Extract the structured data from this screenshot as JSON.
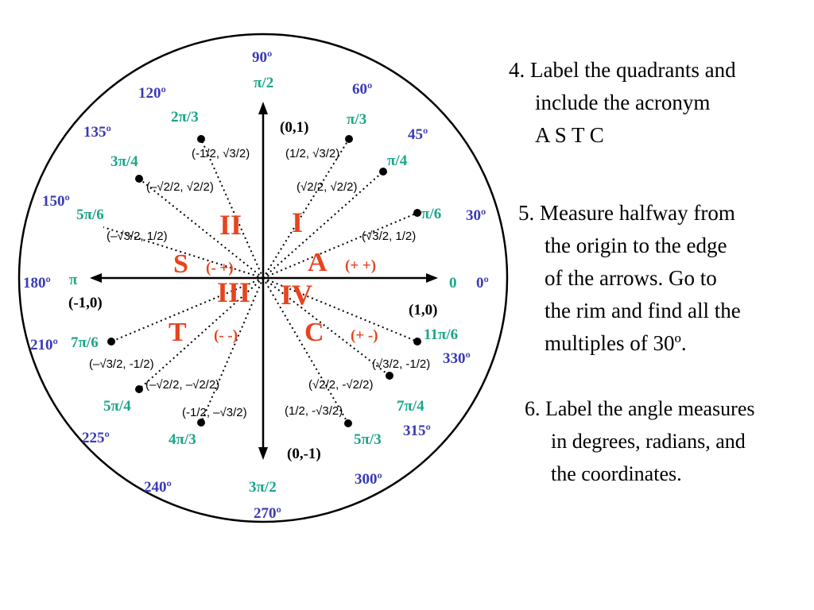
{
  "circle": {
    "axis_labels": {
      "right": "0",
      "right_deg": "0º",
      "left": "π",
      "left_deg": "180º"
    },
    "axis_points": {
      "top": "(0,1)",
      "bottom": "(0,-1)",
      "left": "(-1,0)",
      "right": "(1,0)"
    },
    "quadrant_labels": {
      "I": "I",
      "II": "II",
      "III": "III",
      "IV": "IV"
    },
    "astc": {
      "A": "A",
      "S": "S",
      "T": "T",
      "C": "C"
    },
    "signs": {
      "q1": "(+ +)",
      "q2": "(- +)",
      "q3": "(-  -)",
      "q4": "(+ -)"
    },
    "angles": [
      {
        "deg": "30º",
        "rad": "π/6",
        "coord": "(√3/2, 1/2)"
      },
      {
        "deg": "45º",
        "rad": "π/4",
        "coord": "(√2/2, √2/2)"
      },
      {
        "deg": "60º",
        "rad": "π/3",
        "coord": "(1/2, √3/2)"
      },
      {
        "deg": "90º",
        "rad": "π/2",
        "coord": ""
      },
      {
        "deg": "120º",
        "rad": "2π/3",
        "coord": "(-1/2, √3/2)"
      },
      {
        "deg": "135º",
        "rad": "3π/4",
        "coord": "(–√2/2, √2/2)"
      },
      {
        "deg": "150º",
        "rad": "5π/6",
        "coord": "(–√3/2, 1/2)"
      },
      {
        "deg": "210º",
        "rad": "7π/6",
        "coord": "(–√3/2, -1/2)"
      },
      {
        "deg": "225º",
        "rad": "5π/4",
        "coord": "(–√2/2, –√2/2)"
      },
      {
        "deg": "240º",
        "rad": "4π/3",
        "coord": "(-1/2, –√3/2)"
      },
      {
        "deg": "270º",
        "rad": "3π/2",
        "coord": ""
      },
      {
        "deg": "300º",
        "rad": "5π/3",
        "coord": "(1/2, -√3/2)"
      },
      {
        "deg": "315º",
        "rad": "7π/4",
        "coord": "(√2/2, -√2/2)"
      },
      {
        "deg": "330º",
        "rad": "11π/6",
        "coord": "(√3/2, -1/2)"
      }
    ]
  },
  "notes": {
    "n4": [
      "4. Label the quadrants and",
      "include the acronym",
      "A S T C"
    ],
    "n5": [
      "5. Measure halfway from",
      "the origin to the edge",
      "of the arrows. Go to",
      "the rim and find all the",
      "multiples of 30º."
    ],
    "n6": [
      "6. Label the angle measures",
      "in degrees, radians, and",
      "the coordinates."
    ]
  }
}
